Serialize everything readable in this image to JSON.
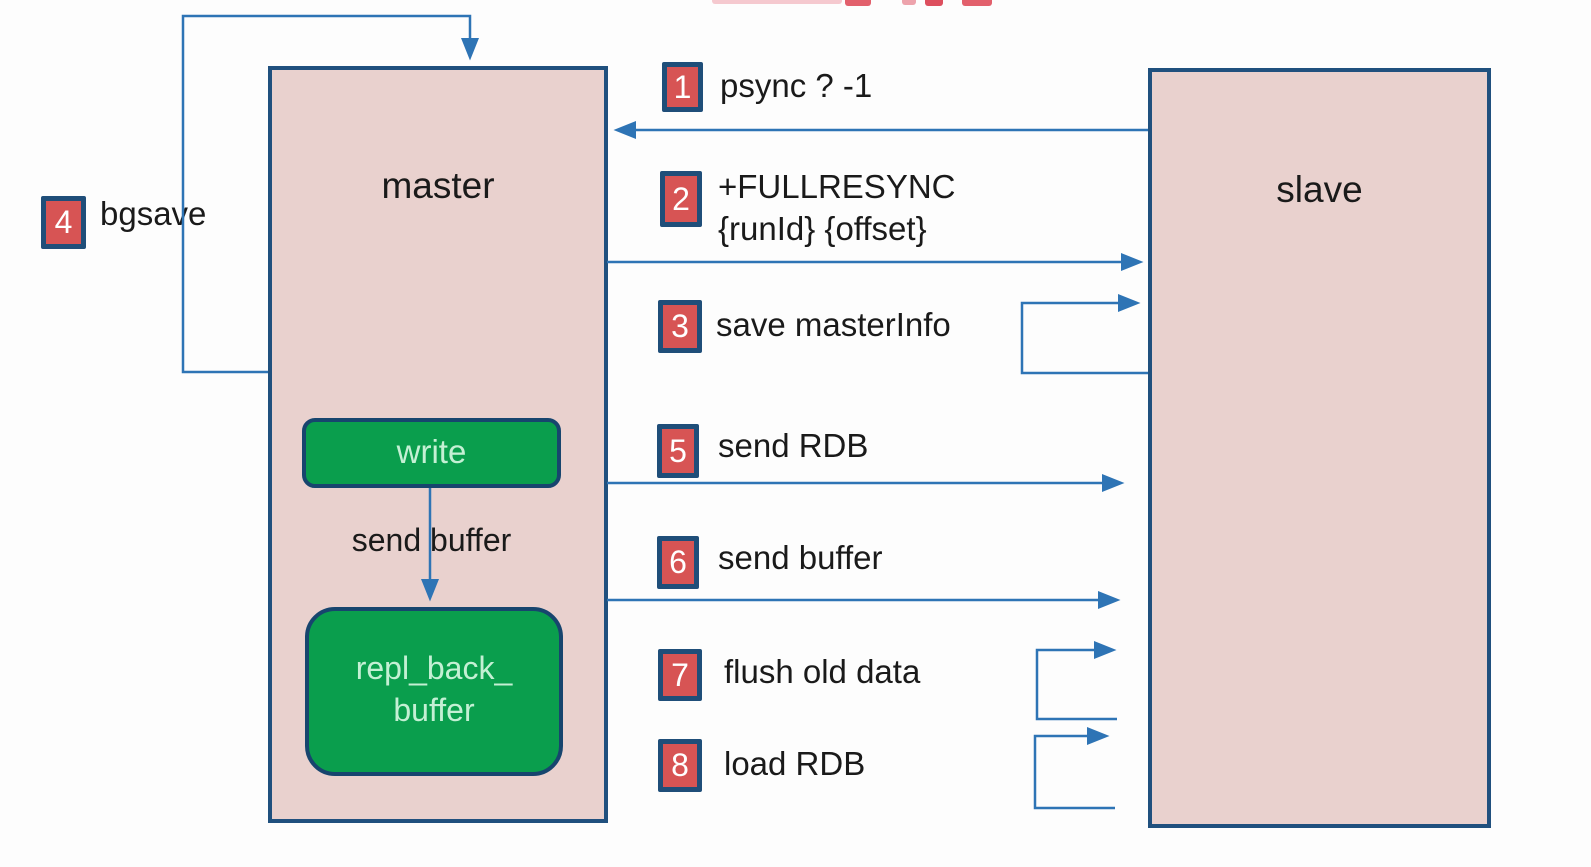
{
  "colors": {
    "node_fill": "#e9d1ce",
    "node_border": "#20507e",
    "green_fill": "#0a9e4d",
    "green_border": "#17456e",
    "green_text": "#c4f0d4",
    "arrow_blue": "#2e74b5",
    "badge_fill": "#d75454",
    "badge_border": "#1f4e79",
    "badge_text": "#ffffff",
    "text_dark": "#1a1a1a"
  },
  "nodes": {
    "master": {
      "label": "master"
    },
    "slave": {
      "label": "slave"
    },
    "write_box": {
      "label": "write"
    },
    "repl_back_buffer_box": {
      "line1": "repl_back_",
      "line2": "buffer"
    },
    "internal_arrow_label": "send buffer"
  },
  "steps": [
    {
      "num": "1",
      "label": "psync ? -1"
    },
    {
      "num": "2",
      "line1": "+FULLRESYNC",
      "line2": "{runId} {offset}"
    },
    {
      "num": "3",
      "label": "save masterInfo"
    },
    {
      "num": "4",
      "label": "bgsave"
    },
    {
      "num": "5",
      "label": "send RDB"
    },
    {
      "num": "6",
      "label": "send buffer"
    },
    {
      "num": "7",
      "label": "flush old data"
    },
    {
      "num": "8",
      "label": "load RDB"
    }
  ]
}
